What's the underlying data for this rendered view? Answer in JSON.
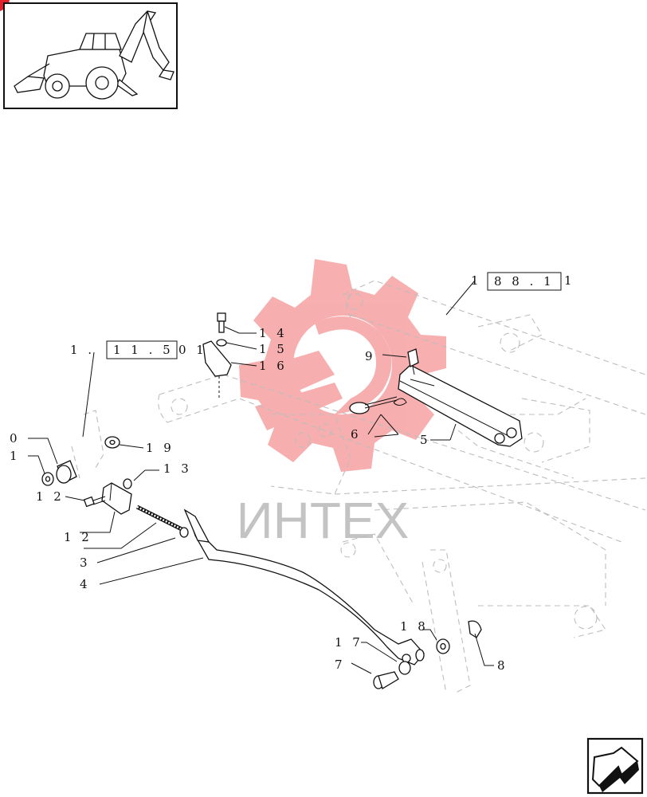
{
  "watermark": {
    "text": "ИНТЕХ",
    "gear_color": "#f26d6d",
    "text_color": "#b9b9b9"
  },
  "refs": {
    "ref_188": {
      "pre": "1",
      "box": "8 8 . 1",
      "post": "1"
    },
    "ref_115": {
      "pre": "1 .",
      "box": "1 1 . 5",
      "post": "0 1"
    }
  },
  "callouts": [
    {
      "id": "0",
      "text": "0"
    },
    {
      "id": "1",
      "text": "1"
    },
    {
      "id": "12a",
      "text": "1 2"
    },
    {
      "id": "12b",
      "text": "1 2"
    },
    {
      "id": "3",
      "text": "3"
    },
    {
      "id": "4",
      "text": "4"
    },
    {
      "id": "5",
      "text": "5"
    },
    {
      "id": "6",
      "text": "6"
    },
    {
      "id": "7",
      "text": "7"
    },
    {
      "id": "8",
      "text": "8"
    },
    {
      "id": "9",
      "text": "9"
    },
    {
      "id": "13",
      "text": "1 3"
    },
    {
      "id": "14",
      "text": "1 4"
    },
    {
      "id": "15",
      "text": "1 5"
    },
    {
      "id": "16",
      "text": "1 6"
    },
    {
      "id": "17",
      "text": "1 7"
    },
    {
      "id": "18",
      "text": "1 8"
    },
    {
      "id": "19",
      "text": "1 9"
    }
  ],
  "icons": {
    "thumbnail": "backhoe-loader-thumbnail",
    "nav": "next-page-arrow-icon"
  }
}
